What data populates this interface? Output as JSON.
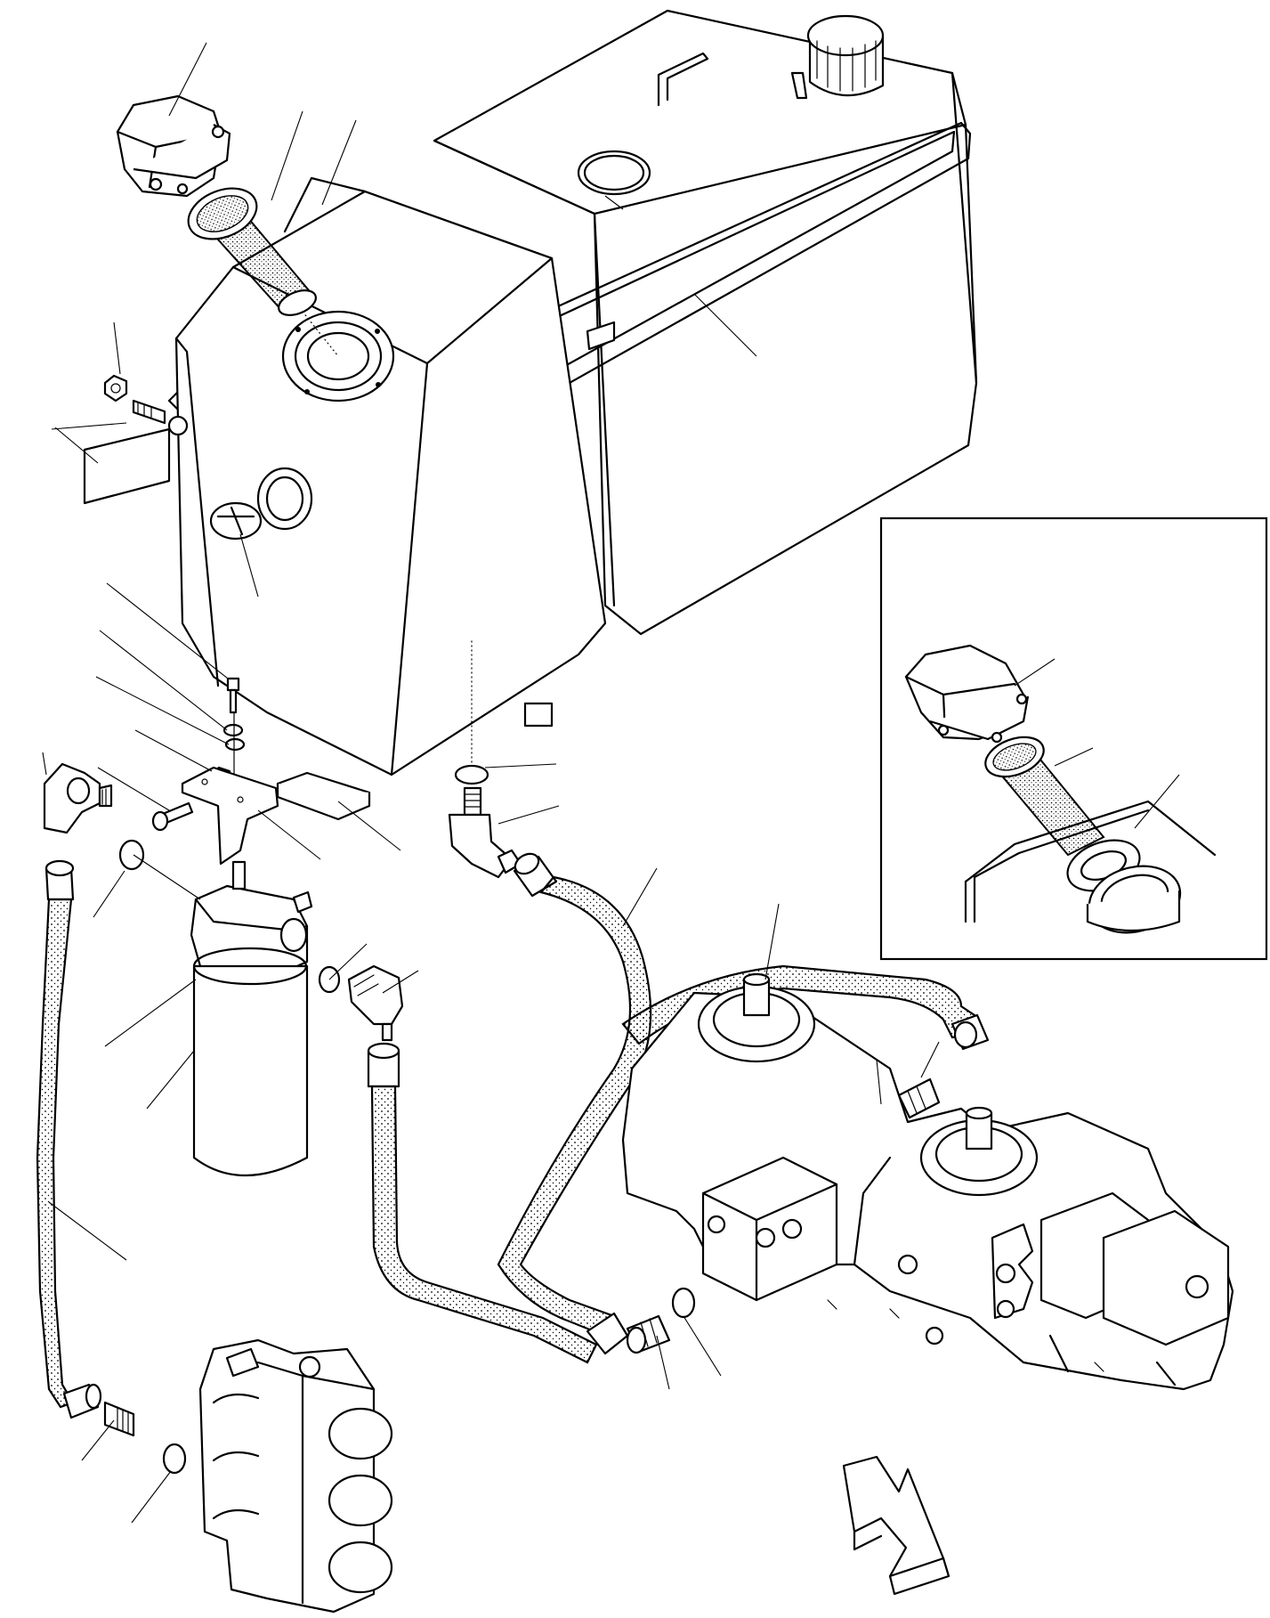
{
  "diagram": {
    "colors": {
      "line": "#000000",
      "paper": "#ffffff",
      "hose_dots": "#000000"
    },
    "parts": [
      "filler-cap",
      "strainer-basket",
      "hydraulic-tank",
      "fuel-tank",
      "tank-strap",
      "strap-nut",
      "strap-bolt",
      "rubber-pad",
      "level-gauge",
      "mounting-screw",
      "lock-washer",
      "washer",
      "nut",
      "bracket",
      "filter-head",
      "filter-cartridge",
      "elbow-fitting",
      "o-ring",
      "suction-hose",
      "return-hose",
      "pressure-hose",
      "control-valve",
      "hydraulic-pump",
      "direction-arrow",
      "detail-view"
    ]
  }
}
